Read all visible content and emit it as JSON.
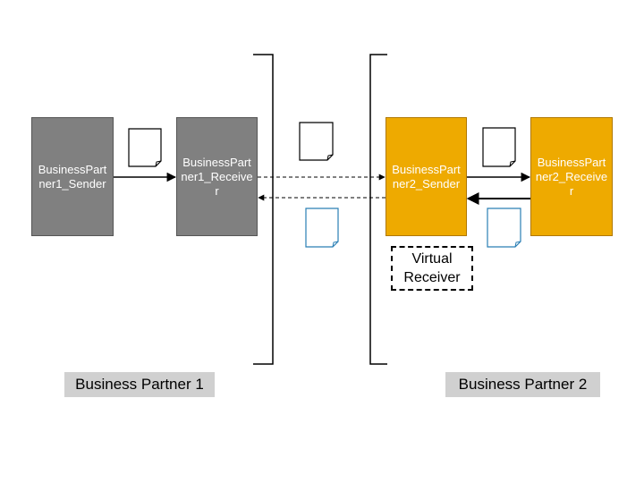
{
  "boxes": {
    "bp1_sender": "BusinessPartner1_Sender",
    "bp1_receiver": "BusinessPartner1_Receiver",
    "bp2_sender": "BusinessPartner2_Sender",
    "bp2_receiver": "BusinessPartner2_Receiver"
  },
  "virtual_receiver": {
    "line1": "Virtual",
    "line2": "Receiver"
  },
  "labels": {
    "partner1": "Business Partner 1",
    "partner2": "Business Partner 2"
  },
  "colors": {
    "partner1_box": "#808080",
    "partner2_box": "#eeaa00",
    "label_bg": "#d0d0d0",
    "response_document": "#2a7fb5"
  }
}
